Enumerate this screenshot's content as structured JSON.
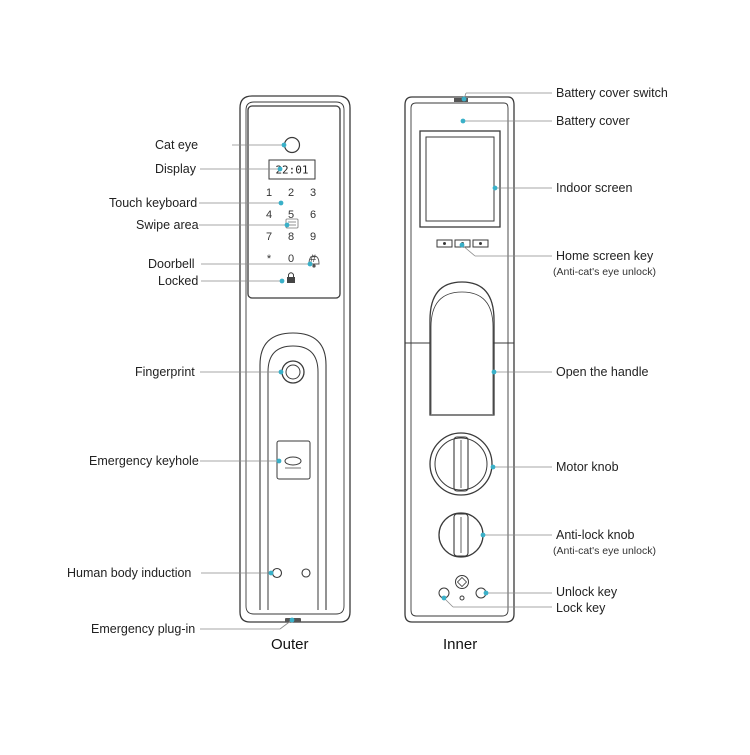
{
  "outer": {
    "caption": "Outer",
    "keypad": [
      "1",
      "2",
      "3",
      "4",
      "5",
      "6",
      "7",
      "8",
      "9",
      "*",
      "0",
      "#"
    ],
    "clock": "22:01",
    "labels": {
      "cat_eye": "Cat eye",
      "display": "Display",
      "touch_keyboard": "Touch keyboard",
      "swipe_area": "Swipe area",
      "doorbell": "Doorbell",
      "locked": "Locked",
      "fingerprint": "Fingerprint",
      "emergency_keyhole": "Emergency keyhole",
      "human_body_induction": "Human body induction",
      "emergency_plug_in": "Emergency plug-in"
    }
  },
  "inner": {
    "caption": "Inner",
    "labels": {
      "battery_cover_switch": "Battery cover switch",
      "battery_cover": "Battery cover",
      "indoor_screen": "Indoor screen",
      "home_screen_key": "Home screen key",
      "home_screen_key_note": "(Anti-cat's eye unlock)",
      "open_the_handle": "Open the handle",
      "motor_knob": "Motor knob",
      "anti_lock_knob": "Anti-lock knob",
      "anti_lock_knob_note": "(Anti-cat's eye unlock)",
      "unlock_key": "Unlock key",
      "lock_key": "Lock key"
    }
  },
  "colors": {
    "leader_dot": "#3ab0c8",
    "leader_line": "#8a8a8a",
    "outline": "#3a3a3a"
  }
}
